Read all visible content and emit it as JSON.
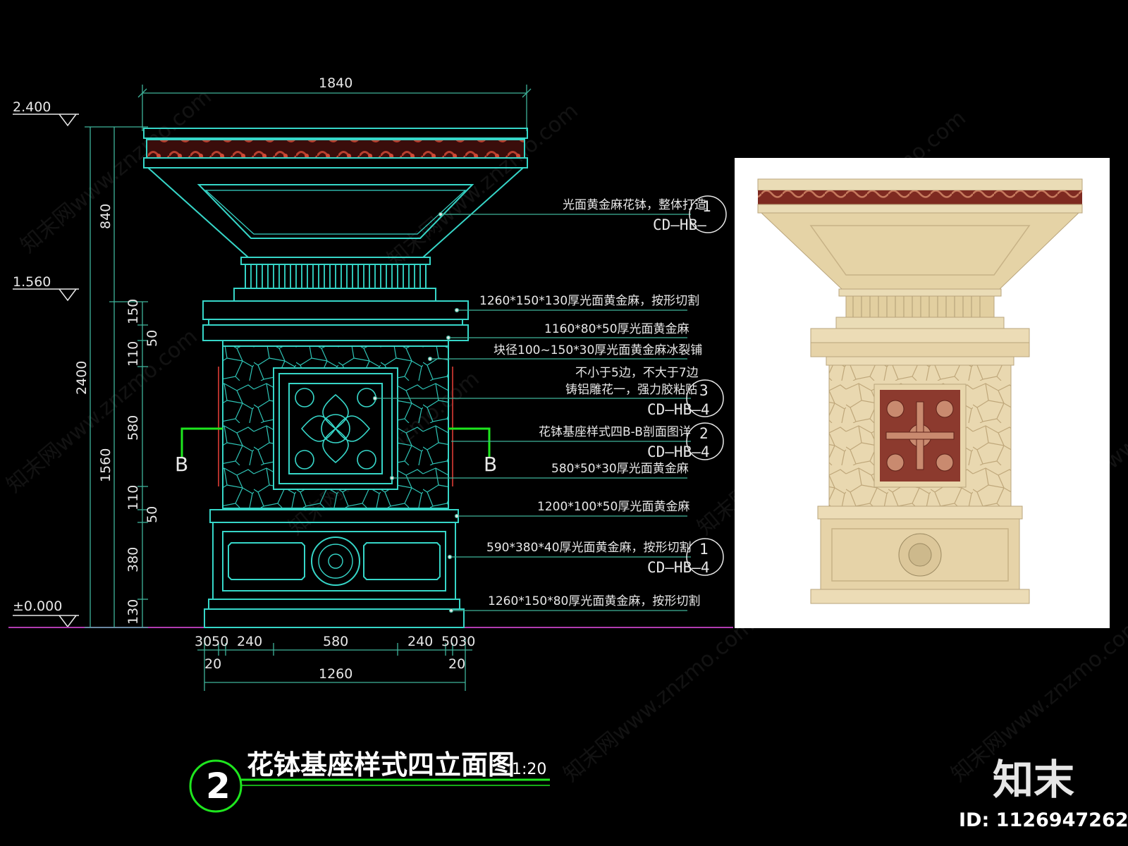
{
  "levels": {
    "top": "2.400",
    "mid": "1.560",
    "zero": "±0.000"
  },
  "dims": {
    "top_width": "1840",
    "left_total": "2400",
    "left_upper": "840",
    "left_lower": "1560",
    "stack": [
      "150",
      "50",
      "110",
      "580",
      "110",
      "50",
      "380",
      "130"
    ],
    "bottom_row": [
      "3050",
      "240",
      "580",
      "240",
      "5030"
    ],
    "bottom_small": [
      "20",
      "20"
    ],
    "base_width": "1260"
  },
  "section_marks": {
    "left": "B",
    "right": "B"
  },
  "notes": [
    "光面黄金麻花钵，整体打造",
    "1260*150*130厚光面黄金麻，按形切割",
    "1160*80*50厚光面黄金麻",
    "块径100~150*30厚光面黄金麻冰裂铺",
    "不小于5边，不大于7边",
    "铸铝雕花一，强力胶粘贴",
    "花钵基座样式四B-B剖面图详",
    "580*50*30厚光面黄金麻",
    "1200*100*50厚光面黄金麻",
    "590*380*40厚光面黄金麻，按形切割",
    "1260*150*80厚光面黄金麻，按形切割"
  ],
  "refs": [
    {
      "num": "1",
      "code": "CD—HB—"
    },
    {
      "num": "3",
      "code": "CD—HB—4"
    },
    {
      "num": "2",
      "code": "CD—HB—4"
    },
    {
      "num": "1",
      "code": "CD—HB—4"
    }
  ],
  "title": {
    "text": "花钵基座样式四立面图",
    "scale": "1:20",
    "number": "2"
  },
  "watermark": "知末网www.znzmo.com",
  "brand": {
    "logo": "知末",
    "id": "ID: 1126947262"
  },
  "colors": {
    "cad_line": "#36d6c8",
    "dim_line": "#3fb39a",
    "green": "#1ee61e",
    "red_band": "#8a2a22",
    "stone": "#e7d6ae",
    "purple": "#b03bb0"
  }
}
